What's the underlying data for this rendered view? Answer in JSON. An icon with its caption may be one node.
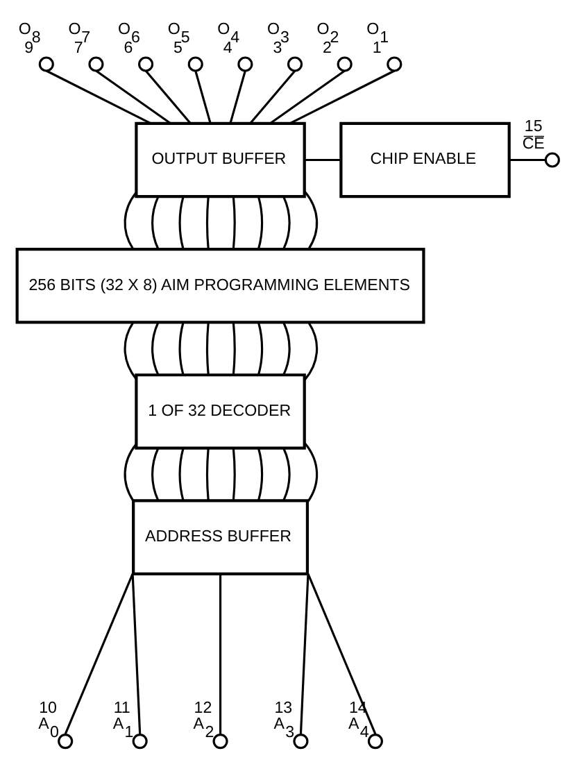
{
  "diagram": {
    "nodes": [
      {
        "text": [],
        "shape": "circle",
        "beside": [
          "O$_{8}$",
          "9"
        ]
      },
      {
        "text": [],
        "shape": "circle",
        "beside": [
          "O$_{7}$",
          "7"
        ]
      },
      {
        "text": [],
        "shape": "circle",
        "beside": [
          "O$_{6}$",
          "6"
        ]
      },
      {
        "text": [],
        "shape": "circle",
        "beside": [
          "O$_{5}$",
          "5"
        ]
      },
      {
        "text": [],
        "shape": "circle",
        "beside": [
          "O$_{4}$",
          "4"
        ]
      },
      {
        "text": [],
        "shape": "circle",
        "beside": [
          "O$_{3}$",
          "3"
        ]
      },
      {
        "text": [],
        "shape": "circle",
        "beside": [
          "O$_{2}$",
          "2"
        ]
      },
      {
        "text": [],
        "shape": "circle",
        "beside": [
          "O$_{1}$",
          "1"
        ]
      },
      {
        "text": [
          "OUTPUT BUFFER"
        ]
      },
      {
        "text": [
          "CHIP ENABLE"
        ]
      },
      {
        "text": [],
        "shape": "circle",
        "beside": [
          "15",
          "C̅E̅"
        ]
      },
      {
        "text": [
          "256 BITS (32 X 8) AIM PROGRAMMING ELEMENTS"
        ]
      },
      {
        "text": [
          "1 OF 32 DECODER"
        ]
      },
      {
        "text": [
          "ADDRESS BUFFER"
        ]
      },
      {
        "text": [],
        "shape": "circle",
        "beside": [
          "10",
          "A$_{0}$"
        ]
      },
      {
        "text": [],
        "shape": "circle",
        "beside": [
          "11",
          "A$_{1}$"
        ]
      },
      {
        "text": [],
        "shape": "circle",
        "beside": [
          "12",
          "A$_{2}$"
        ]
      },
      {
        "text": [],
        "shape": "circle",
        "beside": [
          "13",
          "A$_{3}$"
        ]
      },
      {
        "text": [],
        "shape": "circle",
        "beside": [
          "14",
          "A$_{4}$"
        ]
      }
    ],
    "edges": [
      {
        "from": 0,
        "to": 8,
        "arrow": "none"
      },
      {
        "from": 1,
        "to": 8,
        "arrow": "none"
      },
      {
        "from": 2,
        "to": 8,
        "arrow": "none"
      },
      {
        "from": 3,
        "to": 8,
        "arrow": "none"
      },
      {
        "from": 4,
        "to": 8,
        "arrow": "none"
      },
      {
        "from": 5,
        "to": 8,
        "arrow": "none"
      },
      {
        "from": 6,
        "to": 8,
        "arrow": "none"
      },
      {
        "from": 7,
        "to": 8,
        "arrow": "none"
      },
      {
        "from": 8,
        "to": 9,
        "arrow": "none"
      },
      {
        "from": 9,
        "to": 10,
        "arrow": "none"
      },
      {
        "from": 8,
        "to": 11,
        "arrow": "none"
      },
      {
        "from": 8,
        "to": 11,
        "arrow": "none"
      },
      {
        "from": 8,
        "to": 11,
        "arrow": "none"
      },
      {
        "from": 8,
        "to": 11,
        "arrow": "none"
      },
      {
        "from": 8,
        "to": 11,
        "arrow": "none"
      },
      {
        "from": 8,
        "to": 11,
        "arrow": "none"
      },
      {
        "from": 8,
        "to": 11,
        "arrow": "none"
      },
      {
        "from": 8,
        "to": 11,
        "arrow": "none"
      },
      {
        "from": 11,
        "to": 12,
        "arrow": "none"
      },
      {
        "from": 11,
        "to": 12,
        "arrow": "none"
      },
      {
        "from": 11,
        "to": 12,
        "arrow": "none"
      },
      {
        "from": 11,
        "to": 12,
        "arrow": "none"
      },
      {
        "from": 11,
        "to": 12,
        "arrow": "none"
      },
      {
        "from": 11,
        "to": 12,
        "arrow": "none"
      },
      {
        "from": 11,
        "to": 12,
        "arrow": "none"
      },
      {
        "from": 11,
        "to": 12,
        "arrow": "none"
      },
      {
        "from": 12,
        "to": 13,
        "arrow": "none"
      },
      {
        "from": 12,
        "to": 13,
        "arrow": "none"
      },
      {
        "from": 12,
        "to": 13,
        "arrow": "none"
      },
      {
        "from": 12,
        "to": 13,
        "arrow": "none"
      },
      {
        "from": 12,
        "to": 13,
        "arrow": "none"
      },
      {
        "from": 12,
        "to": 13,
        "arrow": "none"
      },
      {
        "from": 12,
        "to": 13,
        "arrow": "none"
      },
      {
        "from": 12,
        "to": 13,
        "arrow": "none"
      },
      {
        "from": 13,
        "to": 14,
        "arrow": "none"
      },
      {
        "from": 13,
        "to": 15,
        "arrow": "none"
      },
      {
        "from": 13,
        "to": 16,
        "arrow": "none"
      },
      {
        "from": 13,
        "to": 17,
        "arrow": "none"
      },
      {
        "from": 13,
        "to": 18,
        "arrow": "none"
      }
    ]
  }
}
